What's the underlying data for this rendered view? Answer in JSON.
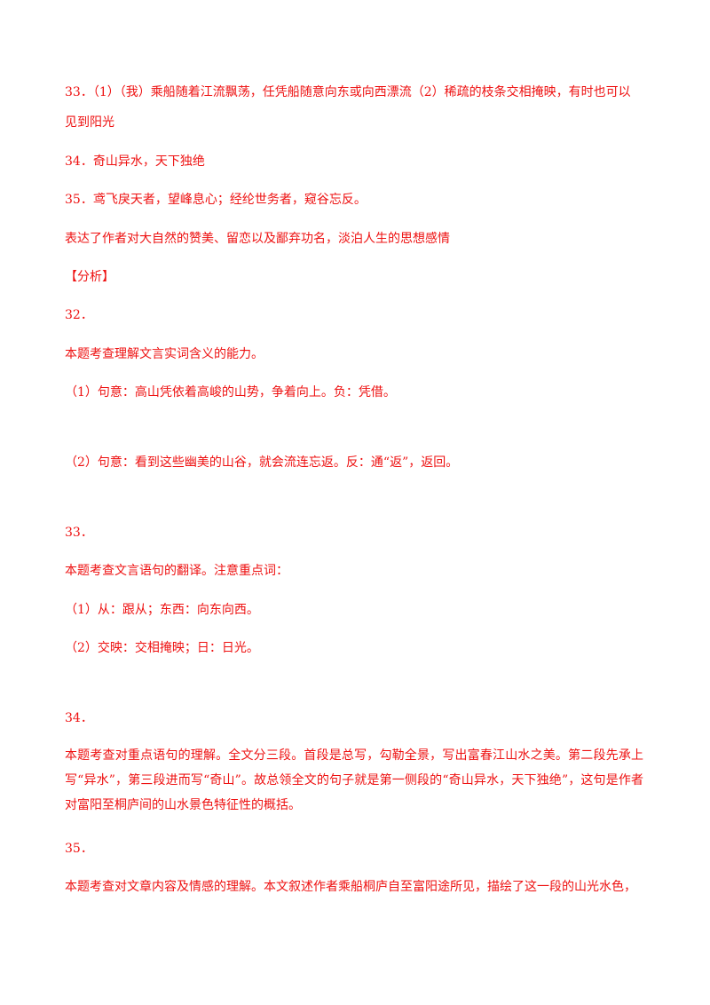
{
  "answers": {
    "a33_line1": "33．（1）（我）乘船随着江流飘荡，任凭船随意向东或向西漂流（2）稀疏的枝条交相掩映，有时也可以",
    "a33_line2": "见到阳光",
    "a34": "34．奇山异水，天下独绝",
    "a35": "35．鸢飞戾天者，望峰息心；经纶世务者，窥谷忘反。",
    "a35_feeling": "表达了作者对大自然的赞美、留恋以及鄙弃功名，淡泊人生的思想感情"
  },
  "analysis": {
    "heading": "【分析】",
    "q32": {
      "number": "32．",
      "intro": "本题考查理解文言实词含义的能力。",
      "item1": "（1）句意：高山凭依着高峻的山势，争着向上。负：凭借。",
      "item2": "（2）句意：看到这些幽美的山谷，就会流连忘返。反：通“返”，返回。"
    },
    "q33": {
      "number": "33．",
      "intro": "本题考查文言语句的翻译。注意重点词：",
      "item1": "（1）从：跟从；东西：向东向西。",
      "item2": "（2）交映：交相掩映；日：日光。"
    },
    "q34": {
      "number": "34．",
      "text": "本题考查对重点语句的理解。全文分三段。首段是总写，勾勒全景，写出富春江山水之美。第二段先承上写“异水”，第三段进而写“奇山”。故总领全文的句子就是第一侧段的“奇山异水，天下独绝”，这句是作者对富阳至桐庐间的山水景色特征性的概括。"
    },
    "q35": {
      "number": "35．",
      "text": "本题考查对文章内容及情感的理解。本文叙述作者乘船桐庐自至富阳途所见，描绘了这一段的山光水色，"
    }
  },
  "colors": {
    "text": "#ee1111",
    "background": "#ffffff"
  }
}
